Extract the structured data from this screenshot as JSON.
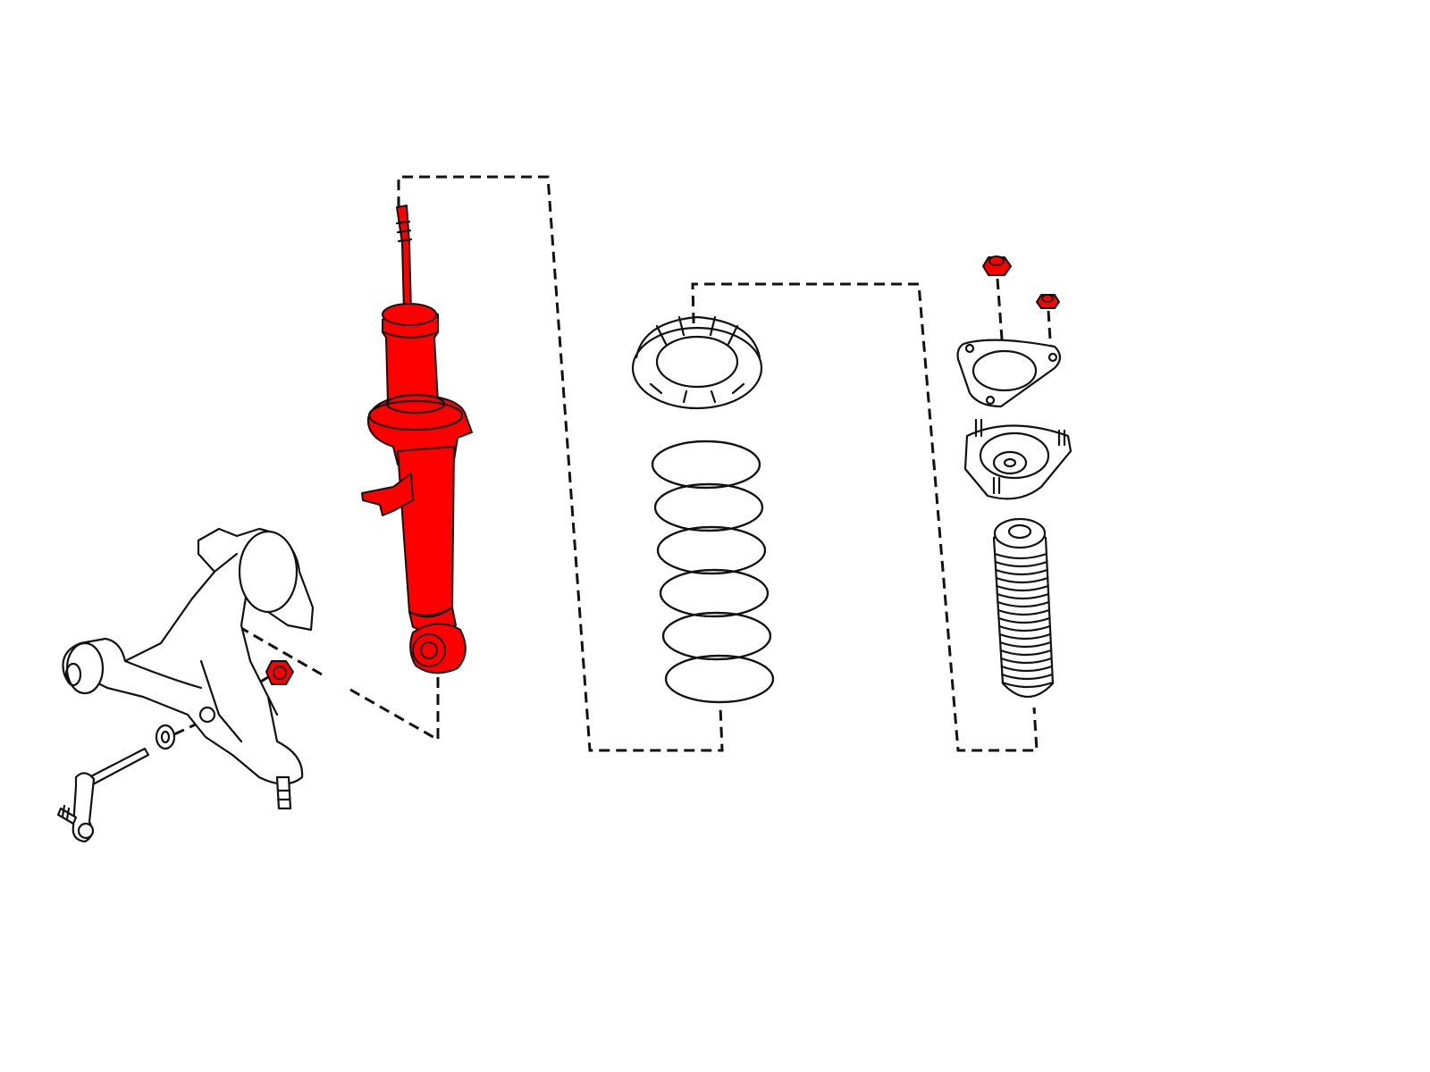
{
  "colors": {
    "highlight": "#ff0000",
    "line": "#111111",
    "background": "#ffffff"
  },
  "parts": [
    {
      "id": "shock-absorber",
      "highlighted": true
    },
    {
      "id": "coil-spring",
      "highlighted": false
    },
    {
      "id": "upper-spring-seat",
      "highlighted": false
    },
    {
      "id": "upper-mount-plate",
      "highlighted": false
    },
    {
      "id": "strut-mount",
      "highlighted": false
    },
    {
      "id": "bump-stop-boot",
      "highlighted": false
    },
    {
      "id": "mount-nut",
      "highlighted": true
    },
    {
      "id": "lower-bolt-nut",
      "highlighted": true
    },
    {
      "id": "lower-control-arm",
      "highlighted": false
    },
    {
      "id": "stabilizer-link",
      "highlighted": false
    }
  ]
}
